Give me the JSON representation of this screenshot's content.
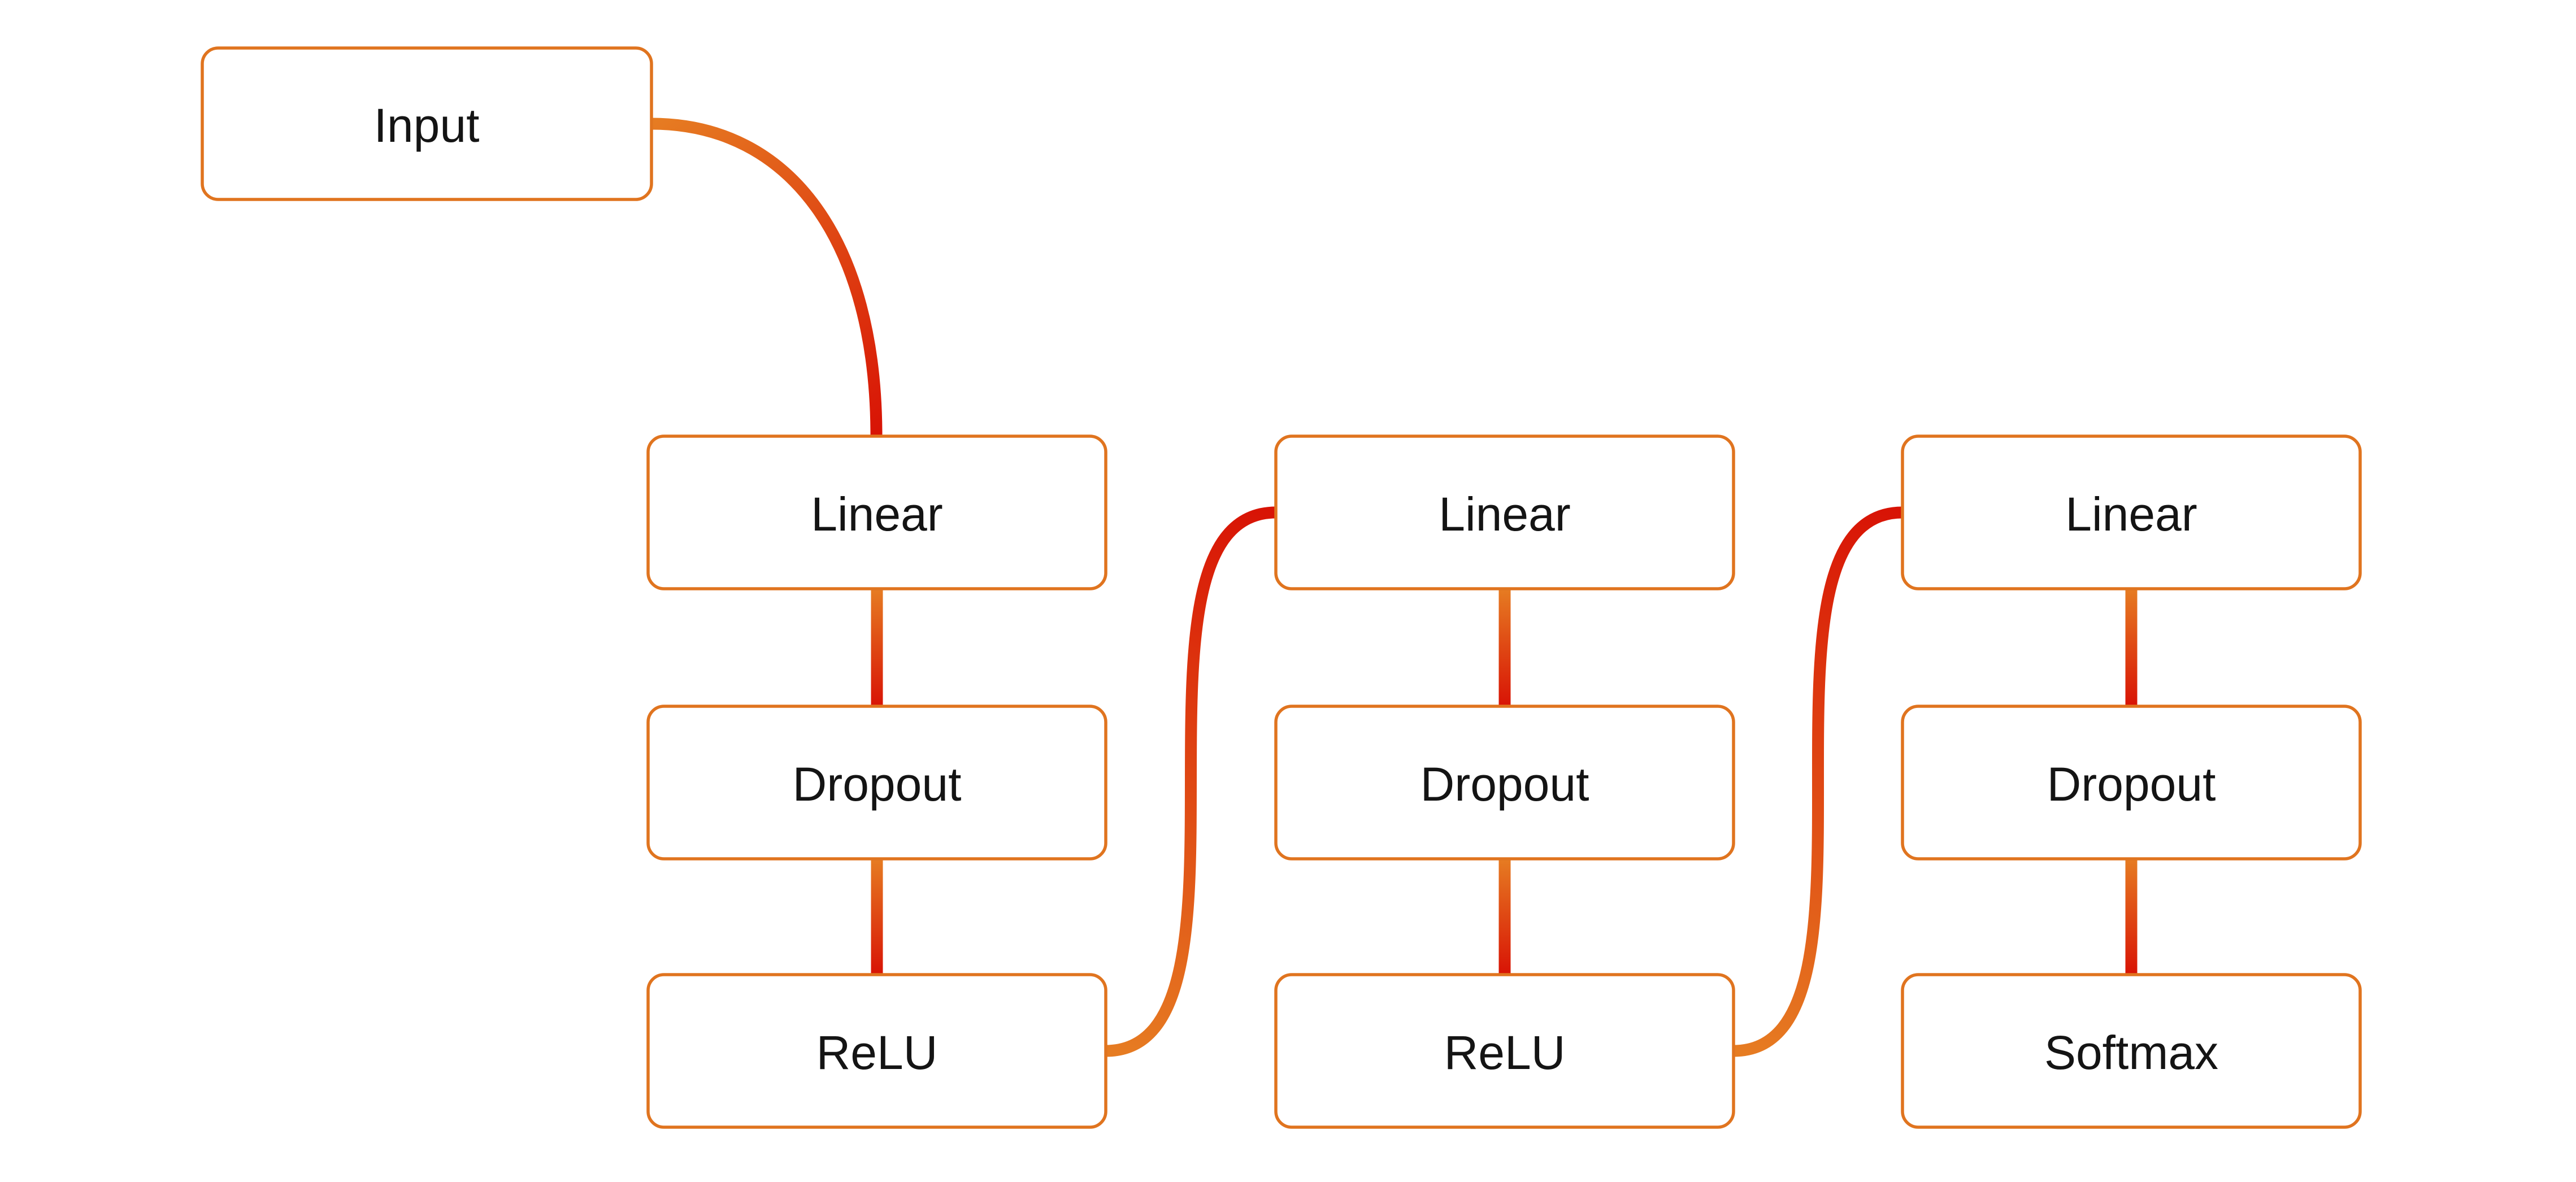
{
  "diagram": {
    "type": "flowchart",
    "background_color": "#ffffff",
    "node_fill_color": "#ffffff",
    "node_border_color": "#e0741f",
    "text_color": "#141414",
    "edge_gradient_start_color": "#e67c22",
    "edge_gradient_end_color": "#d81305",
    "nodes": {
      "input": {
        "label": "Input"
      },
      "linear1": {
        "label": "Linear"
      },
      "dropout1": {
        "label": "Dropout"
      },
      "relu1": {
        "label": "ReLU"
      },
      "linear2": {
        "label": "Linear"
      },
      "dropout2": {
        "label": "Dropout"
      },
      "relu2": {
        "label": "ReLU"
      },
      "linear3": {
        "label": "Linear"
      },
      "dropout3": {
        "label": "Dropout"
      },
      "softmax": {
        "label": "Softmax"
      }
    },
    "edges": [
      {
        "from": "input",
        "to": "linear1"
      },
      {
        "from": "linear1",
        "to": "dropout1"
      },
      {
        "from": "dropout1",
        "to": "relu1"
      },
      {
        "from": "relu1",
        "to": "linear2"
      },
      {
        "from": "linear2",
        "to": "dropout2"
      },
      {
        "from": "dropout2",
        "to": "relu2"
      },
      {
        "from": "relu2",
        "to": "linear3"
      },
      {
        "from": "linear3",
        "to": "dropout3"
      },
      {
        "from": "dropout3",
        "to": "softmax"
      }
    ]
  }
}
